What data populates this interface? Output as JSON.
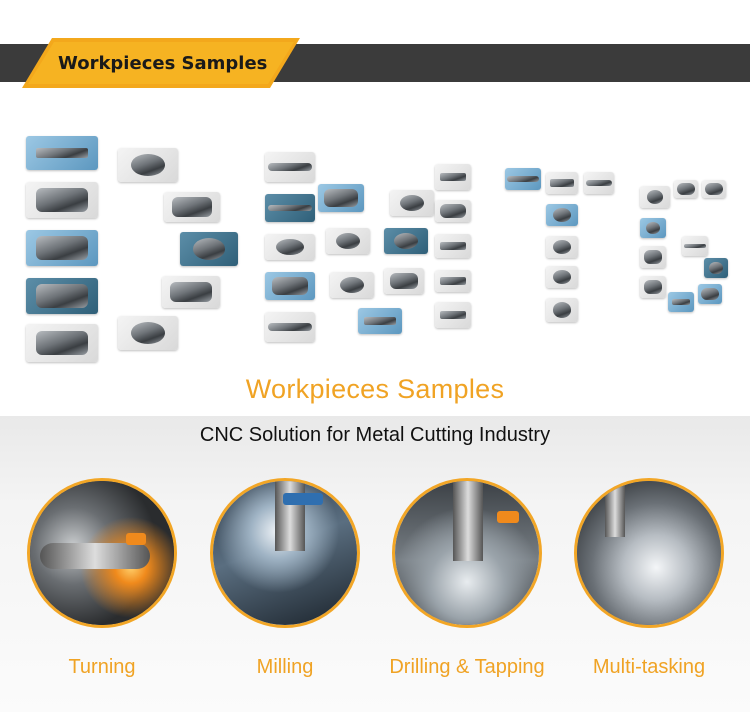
{
  "header": {
    "title": "Workpieces Samples"
  },
  "gallery": {
    "title": "Workpieces Samples"
  },
  "solution": {
    "subtitle": "CNC Solution for Metal Cutting Industry"
  },
  "processes": [
    {
      "label": "Turning"
    },
    {
      "label": "Milling"
    },
    {
      "label": "Drilling & Tapping"
    },
    {
      "label": "Multi-tasking"
    }
  ],
  "colors": {
    "accent": "#f3a81c",
    "banner": "#3b3b3b",
    "heading": "#f0a324"
  }
}
